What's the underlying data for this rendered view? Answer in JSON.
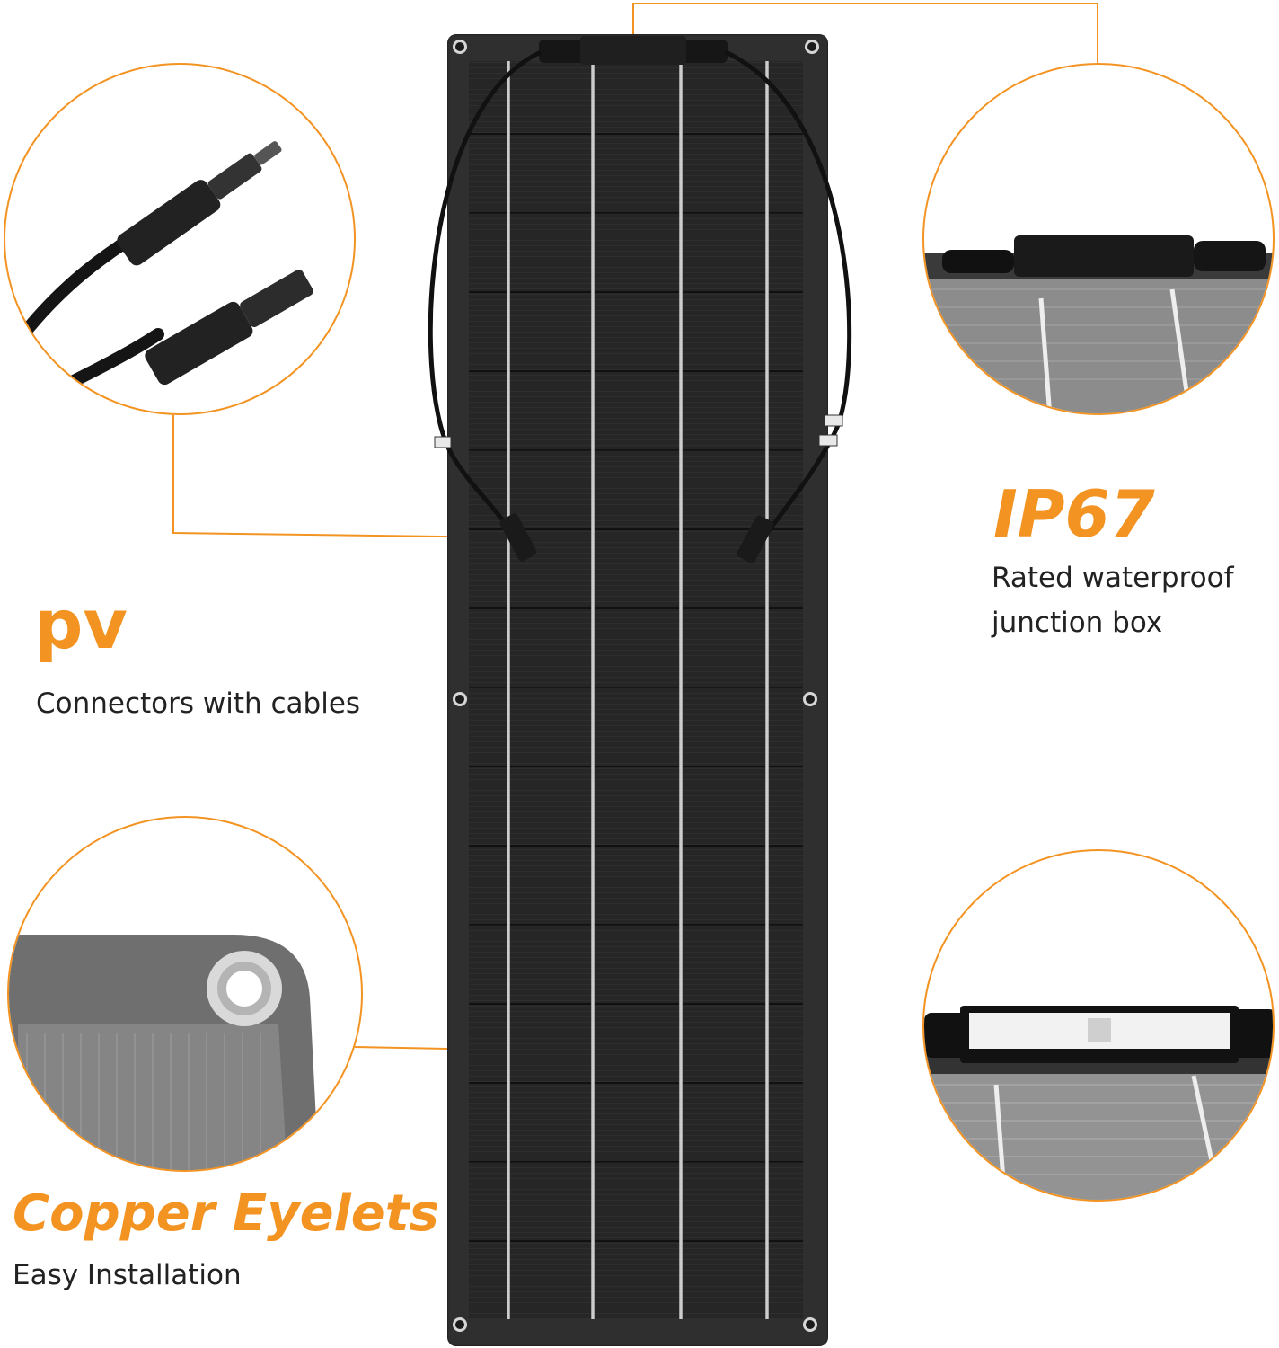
{
  "accent_color": "#f39322",
  "features": {
    "pv": {
      "heading": "pv",
      "caption": "Connectors with cables"
    },
    "ip67": {
      "heading": "IP67",
      "caption_line1": "Rated waterproof",
      "caption_line2": "junction box"
    },
    "eyelets": {
      "heading": "Copper Eyelets",
      "caption": "Easy Installation"
    }
  }
}
